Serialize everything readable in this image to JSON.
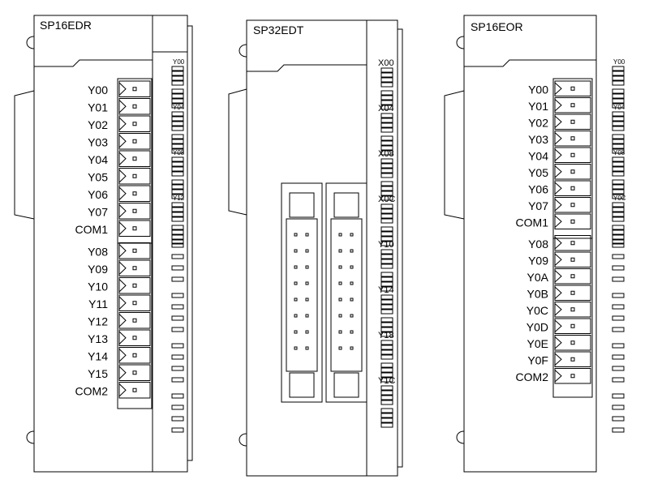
{
  "modules": [
    {
      "title": "SP16EDR",
      "terminal_groups": [
        [
          "Y00",
          "Y01",
          "Y02",
          "Y03",
          "Y04",
          "Y05",
          "Y06",
          "Y07",
          "COM1"
        ],
        [
          "Y08",
          "Y09",
          "Y10",
          "Y11",
          "Y12",
          "Y13",
          "Y14",
          "Y15",
          "COM2"
        ]
      ],
      "led_labels": [
        "Y00",
        "Y04",
        "Y08",
        "Y12"
      ]
    },
    {
      "title": "SP32EDT",
      "connector_count": 2,
      "led_labels": [
        "X00",
        "X04",
        "X08",
        "X0C",
        "Y10",
        "Y14",
        "Y18",
        "Y1C"
      ]
    },
    {
      "title": "SP16EOR",
      "terminal_groups": [
        [
          "Y00",
          "Y01",
          "Y02",
          "Y03",
          "Y04",
          "Y05",
          "Y06",
          "Y07",
          "COM1"
        ],
        [
          "Y08",
          "Y09",
          "Y0A",
          "Y0B",
          "Y0C",
          "Y0D",
          "Y0E",
          "Y0F",
          "COM2"
        ]
      ],
      "led_labels": [
        "Y00",
        "Y04",
        "Y08",
        "Y0C"
      ]
    }
  ]
}
